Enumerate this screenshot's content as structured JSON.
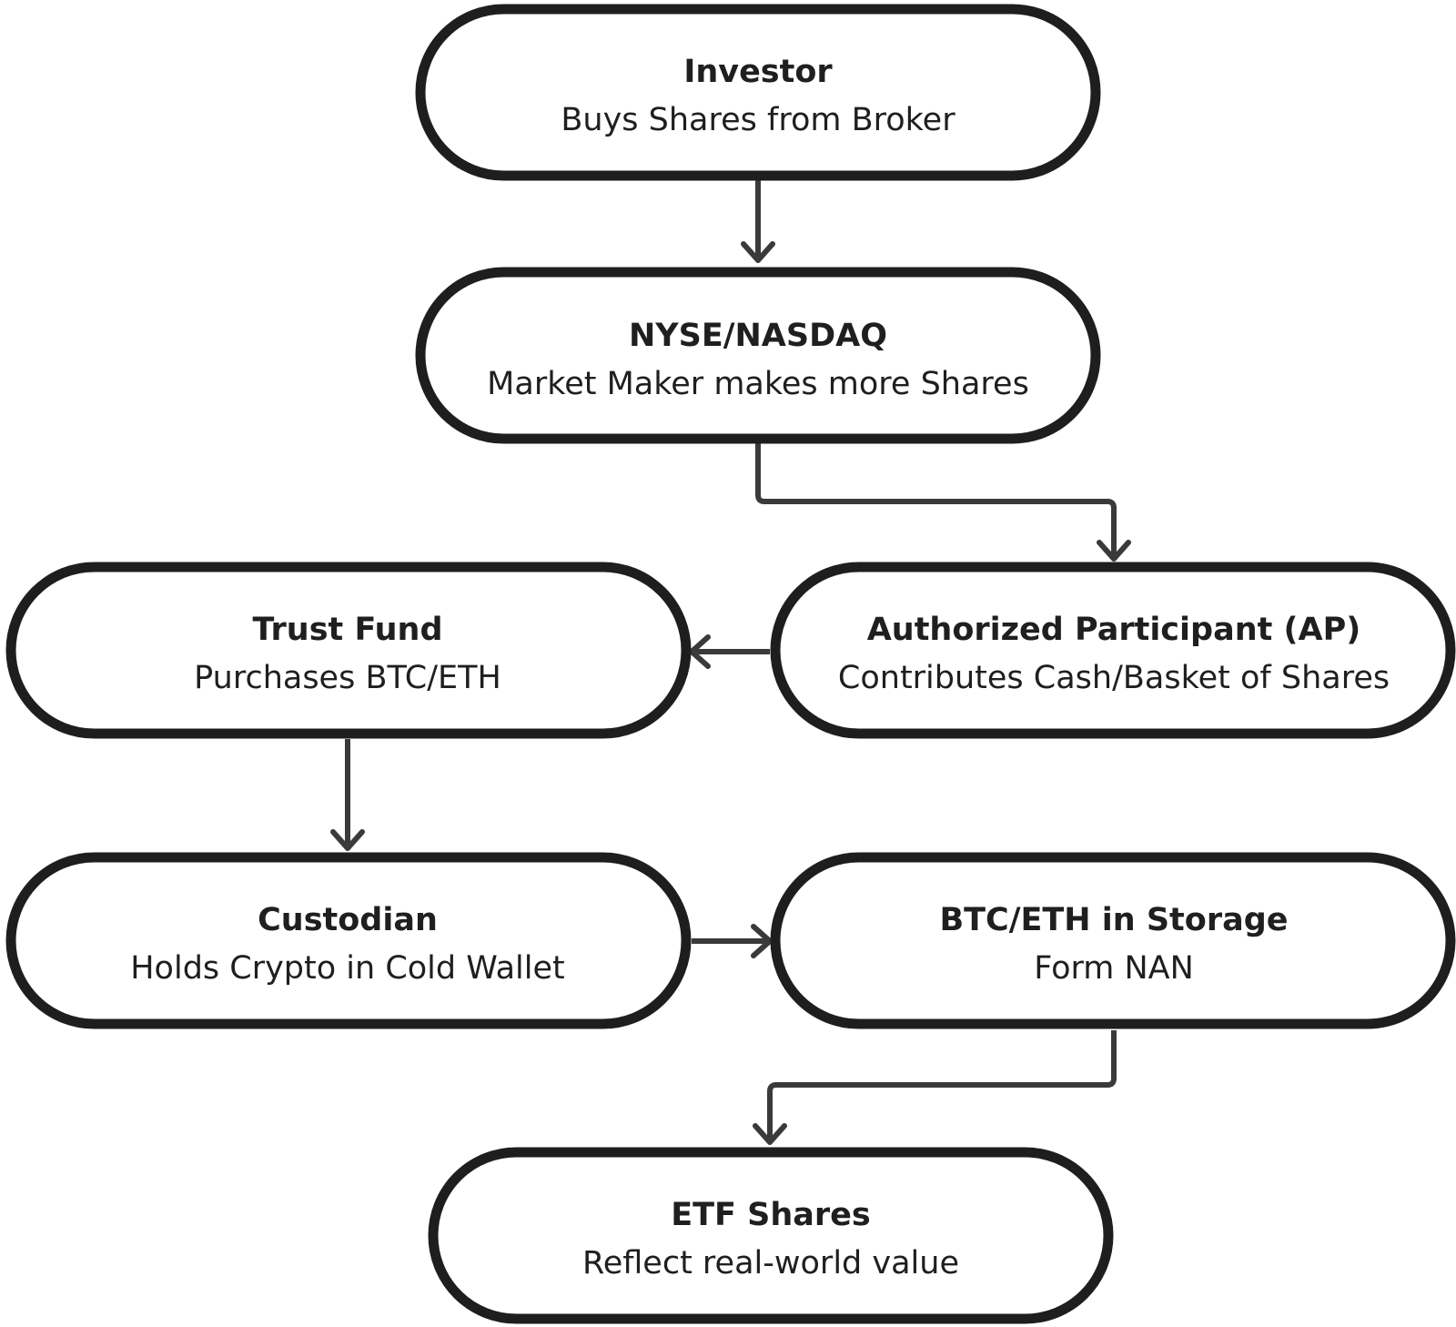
{
  "diagram": {
    "nodes": [
      {
        "id": "investor",
        "title": "Investor",
        "subtitle": "Buys Shares from Broker"
      },
      {
        "id": "exchange",
        "title": "NYSE/NASDAQ",
        "subtitle": "Market Maker makes more Shares"
      },
      {
        "id": "trust",
        "title": "Trust Fund",
        "subtitle": "Purchases BTC/ETH"
      },
      {
        "id": "ap",
        "title": "Authorized Participant (AP)",
        "subtitle": "Contributes Cash/Basket of Shares"
      },
      {
        "id": "custodian",
        "title": "Custodian",
        "subtitle": "Holds Crypto in Cold Wallet"
      },
      {
        "id": "storage",
        "title": "BTC/ETH in Storage",
        "subtitle": "Form NAN"
      },
      {
        "id": "etf",
        "title": "ETF Shares",
        "subtitle": "Reflect real-world value"
      }
    ],
    "edges": [
      {
        "from": "investor",
        "to": "exchange"
      },
      {
        "from": "exchange",
        "to": "ap"
      },
      {
        "from": "ap",
        "to": "trust"
      },
      {
        "from": "trust",
        "to": "custodian"
      },
      {
        "from": "custodian",
        "to": "storage"
      },
      {
        "from": "storage",
        "to": "etf"
      }
    ]
  }
}
